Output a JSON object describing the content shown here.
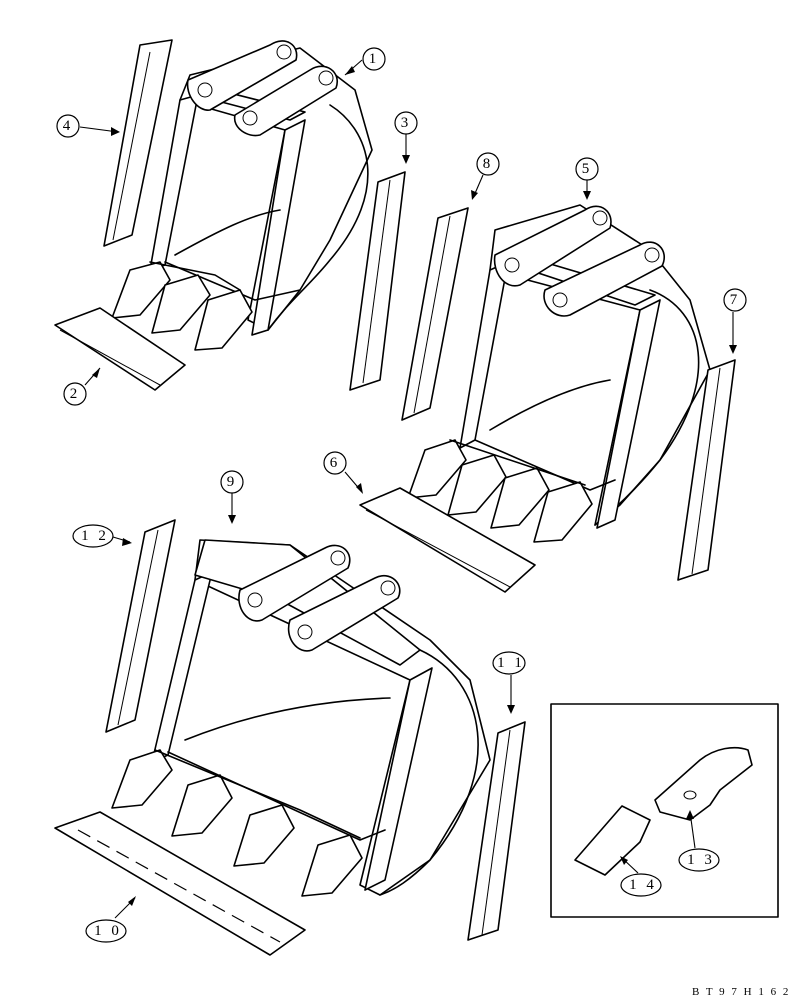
{
  "callouts": [
    {
      "id": "c1",
      "label": "1"
    },
    {
      "id": "c2",
      "label": "2"
    },
    {
      "id": "c3",
      "label": "3"
    },
    {
      "id": "c4",
      "label": "4"
    },
    {
      "id": "c5",
      "label": "5"
    },
    {
      "id": "c6",
      "label": "6"
    },
    {
      "id": "c7",
      "label": "7"
    },
    {
      "id": "c8",
      "label": "8"
    },
    {
      "id": "c9",
      "label": "9"
    },
    {
      "id": "c10",
      "label": "1 0"
    },
    {
      "id": "c11",
      "label": "1 1"
    },
    {
      "id": "c12",
      "label": "1 2"
    },
    {
      "id": "c13",
      "label": "1 3"
    },
    {
      "id": "c14",
      "label": "1 4"
    }
  ],
  "drawing_code": "B T 9 7 H 1 6 2"
}
